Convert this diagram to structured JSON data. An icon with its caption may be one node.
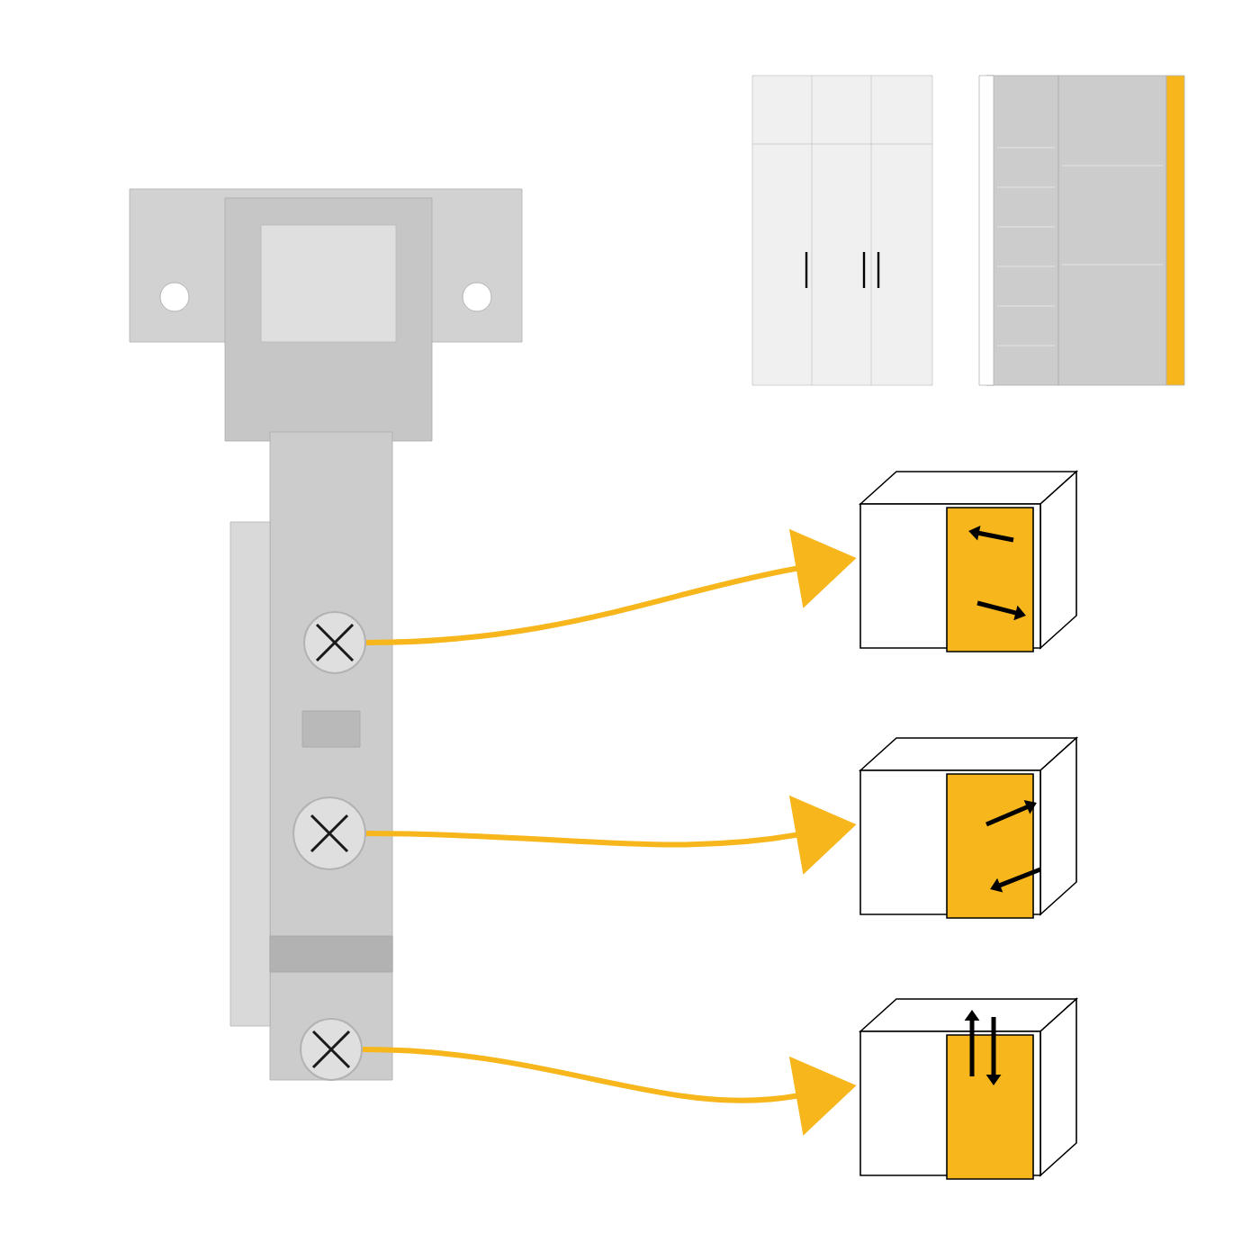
{
  "diagram": {
    "nodes": [
      {
        "text": [],
        "shape": "picture"
      },
      {
        "text": [],
        "shape": "picture"
      },
      {
        "text": [],
        "shape": "picture"
      },
      {
        "text": [],
        "shape": "circle",
        "in": 0
      },
      {
        "text": [],
        "shape": "circle",
        "in": 0
      },
      {
        "text": [],
        "shape": "circle",
        "in": 0
      },
      {
        "text": [],
        "shape": "picture"
      },
      {
        "text": [],
        "shape": "picture"
      },
      {
        "text": [],
        "shape": "picture"
      }
    ],
    "edges": [
      {
        "from": 3,
        "to": 6,
        "arrow": "to"
      },
      {
        "from": 4,
        "to": 7,
        "arrow": "to"
      },
      {
        "from": 5,
        "to": 8,
        "arrow": "to"
      }
    ]
  }
}
